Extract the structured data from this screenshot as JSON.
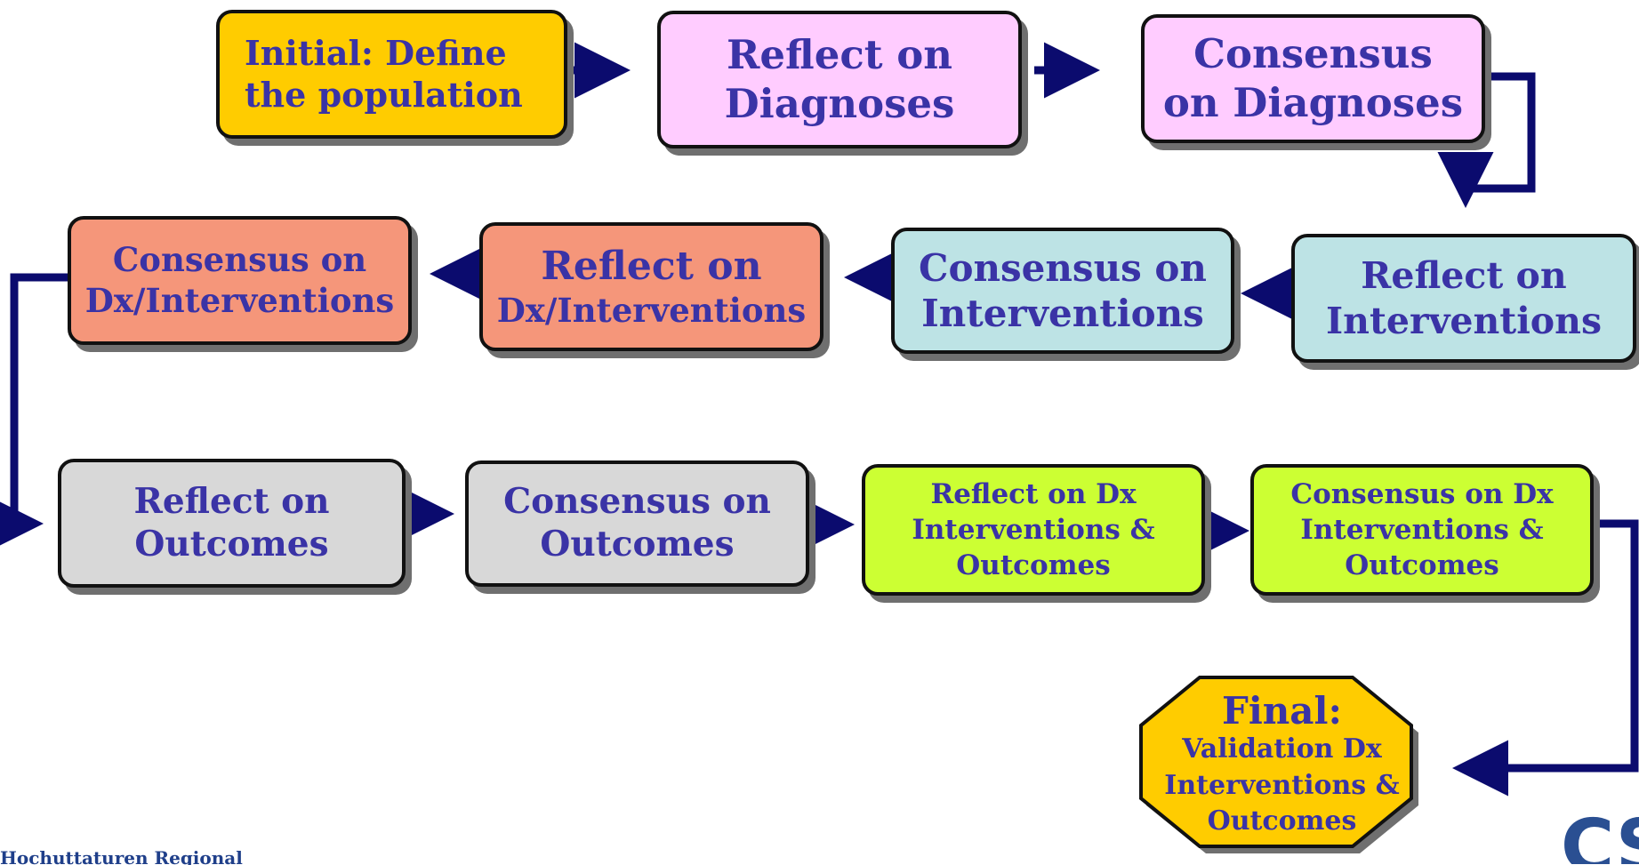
{
  "colors": {
    "orange": "#ffcc00",
    "pink": "#ffccff",
    "salmon": "#f5967a",
    "light_blue": "#bde3e5",
    "gray": "#d8d8d8",
    "lime": "#ccff33",
    "text": "#3a33a6",
    "arrow": "#0b0b6e"
  },
  "steps": {
    "initial": [
      "Initial: Define",
      "the population"
    ],
    "reflect_diagnoses": [
      "Reflect on",
      "Diagnoses"
    ],
    "consensus_diagnoses": [
      "Consensus",
      "on Diagnoses"
    ],
    "reflect_interventions": [
      "Reflect on",
      "Interventions"
    ],
    "consensus_interventions": [
      "Consensus on",
      "Interventions"
    ],
    "reflect_dx_interventions": [
      "Reflect on",
      "Dx/Interventions"
    ],
    "consensus_dx_interventions": [
      "Consensus on",
      "Dx/Interventions"
    ],
    "reflect_outcomes": [
      "Reflect on",
      "Outcomes"
    ],
    "consensus_outcomes": [
      "Consensus on",
      "Outcomes"
    ],
    "reflect_dx_all": [
      "Reflect on Dx",
      "Interventions &",
      "Outcomes"
    ],
    "consensus_dx_all": [
      "Consensus on Dx",
      "Interventions &",
      "Outcomes"
    ]
  },
  "final": {
    "heading": "Final:",
    "lines": [
      "Validation Dx",
      "Interventions &",
      "Outcomes"
    ]
  },
  "footer": {
    "left_logo_text": "Hochuttaturen Regional",
    "right_logo_text": "CS"
  }
}
